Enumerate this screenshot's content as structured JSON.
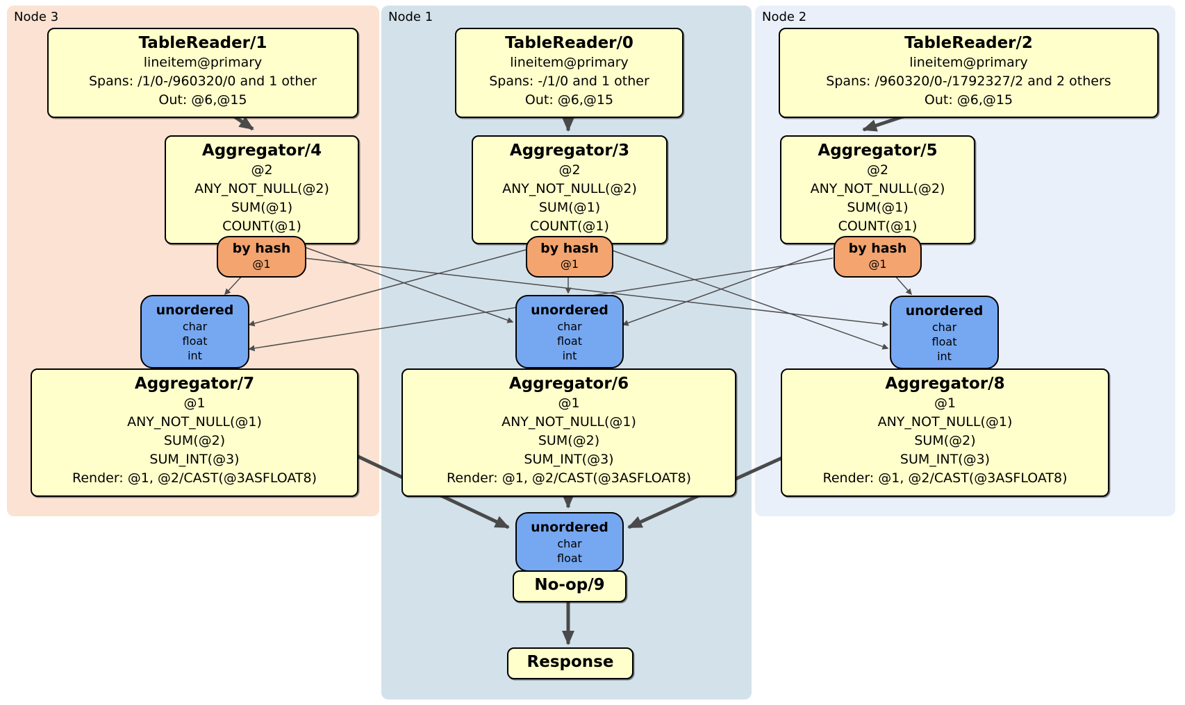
{
  "diagram_type": "distributed-sql-plan",
  "groups": [
    {
      "label": "Node 3"
    },
    {
      "label": "Node 1"
    },
    {
      "label": "Node 2"
    }
  ],
  "processors": {
    "tablereader1": {
      "title": "TableReader/1",
      "lines": [
        "lineitem@primary",
        "Spans: /1/0-/960320/0 and 1 other",
        "Out: @6,@15"
      ]
    },
    "aggregator4": {
      "title": "Aggregator/4",
      "lines": [
        "@2",
        "ANY_NOT_NULL(@2)",
        "SUM(@1)",
        "COUNT(@1)"
      ]
    },
    "byhash3": {
      "title": "by hash",
      "lines": [
        "@1"
      ]
    },
    "unordered3": {
      "title": "unordered",
      "lines": [
        "char",
        "float",
        "int"
      ]
    },
    "aggregator7": {
      "title": "Aggregator/7",
      "lines": [
        "@1",
        "ANY_NOT_NULL(@1)",
        "SUM(@2)",
        "SUM_INT(@3)",
        "Render: @1, @2/CAST(@3ASFLOAT8)"
      ]
    },
    "tablereader0": {
      "title": "TableReader/0",
      "lines": [
        "lineitem@primary",
        "Spans: -/1/0 and 1 other",
        "Out: @6,@15"
      ]
    },
    "aggregator3": {
      "title": "Aggregator/3",
      "lines": [
        "@2",
        "ANY_NOT_NULL(@2)",
        "SUM(@1)",
        "COUNT(@1)"
      ]
    },
    "byhash1": {
      "title": "by hash",
      "lines": [
        "@1"
      ]
    },
    "unordered1": {
      "title": "unordered",
      "lines": [
        "char",
        "float",
        "int"
      ]
    },
    "aggregator6": {
      "title": "Aggregator/6",
      "lines": [
        "@1",
        "ANY_NOT_NULL(@1)",
        "SUM(@2)",
        "SUM_INT(@3)",
        "Render: @1, @2/CAST(@3ASFLOAT8)"
      ]
    },
    "unorderedfinal": {
      "title": "unordered",
      "lines": [
        "char",
        "float"
      ]
    },
    "noop9": {
      "title": "No-op/9"
    },
    "response": {
      "title": "Response"
    },
    "tablereader2": {
      "title": "TableReader/2",
      "lines": [
        "lineitem@primary",
        "Spans: /960320/0-/1792327/2 and 2 others",
        "Out: @6,@15"
      ]
    },
    "aggregator5": {
      "title": "Aggregator/5",
      "lines": [
        "@2",
        "ANY_NOT_NULL(@2)",
        "SUM(@1)",
        "COUNT(@1)"
      ]
    },
    "byhash2": {
      "title": "by hash",
      "lines": [
        "@1"
      ]
    },
    "unordered2": {
      "title": "unordered",
      "lines": [
        "char",
        "float",
        "int"
      ]
    },
    "aggregator8": {
      "title": "Aggregator/8",
      "lines": [
        "@1",
        "ANY_NOT_NULL(@1)",
        "SUM(@2)",
        "SUM_INT(@3)",
        "Render: @1, @2/CAST(@3ASFLOAT8)"
      ]
    }
  },
  "colors": {
    "node3_bg": "#fbe2d3",
    "node1_bg": "#d3e1ea",
    "node2_bg": "#eaf0f9",
    "processor_fill": "#ffffcc",
    "router_fill": "#f3a46f",
    "sync_fill": "#76a7f1",
    "edge": "#4a4a4a"
  }
}
